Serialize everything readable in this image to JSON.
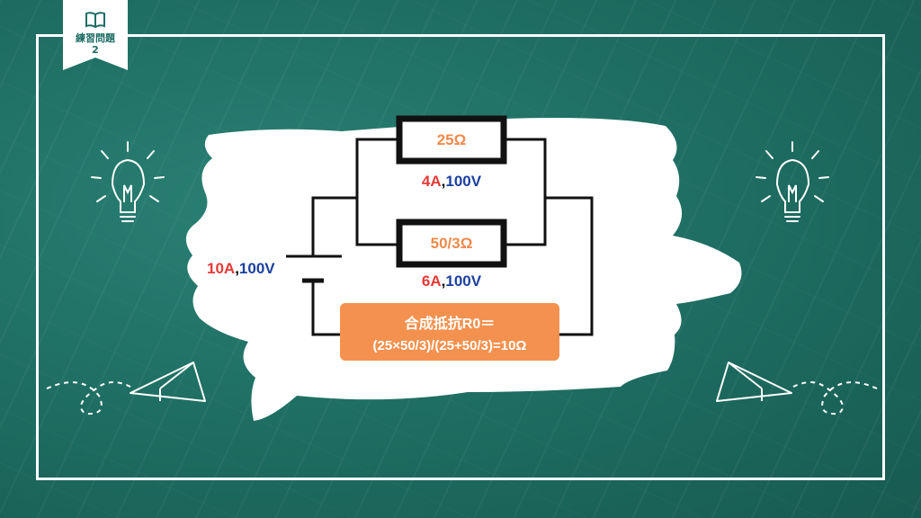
{
  "badge": {
    "title": "練習問題",
    "number": "2",
    "icon": "book-icon"
  },
  "diagram": {
    "resistor_top": "25Ω",
    "resistor_bottom": "50/3Ω",
    "top_branch": {
      "current": "4A",
      "separator": ",",
      "voltage": "100V"
    },
    "bottom_branch": {
      "current": "6A",
      "separator": ",",
      "voltage": "100V"
    },
    "source": {
      "current": "10A",
      "separator": ",",
      "voltage": "100V"
    },
    "result": {
      "line1": "合成抵抗R0＝",
      "line2": "(25×50/3)/(25+50/3)=10Ω"
    }
  },
  "decorations": {
    "left_icon": "lightbulb-icon",
    "right_icon": "lightbulb-icon",
    "left_plane": "paper-plane-icon",
    "right_plane": "paper-plane-icon"
  },
  "colors": {
    "board": "#1d6e63",
    "resistor_label": "#f08a4b",
    "current": "#e53935",
    "voltage": "#1b3fa0",
    "result_box": "#f5914f"
  }
}
